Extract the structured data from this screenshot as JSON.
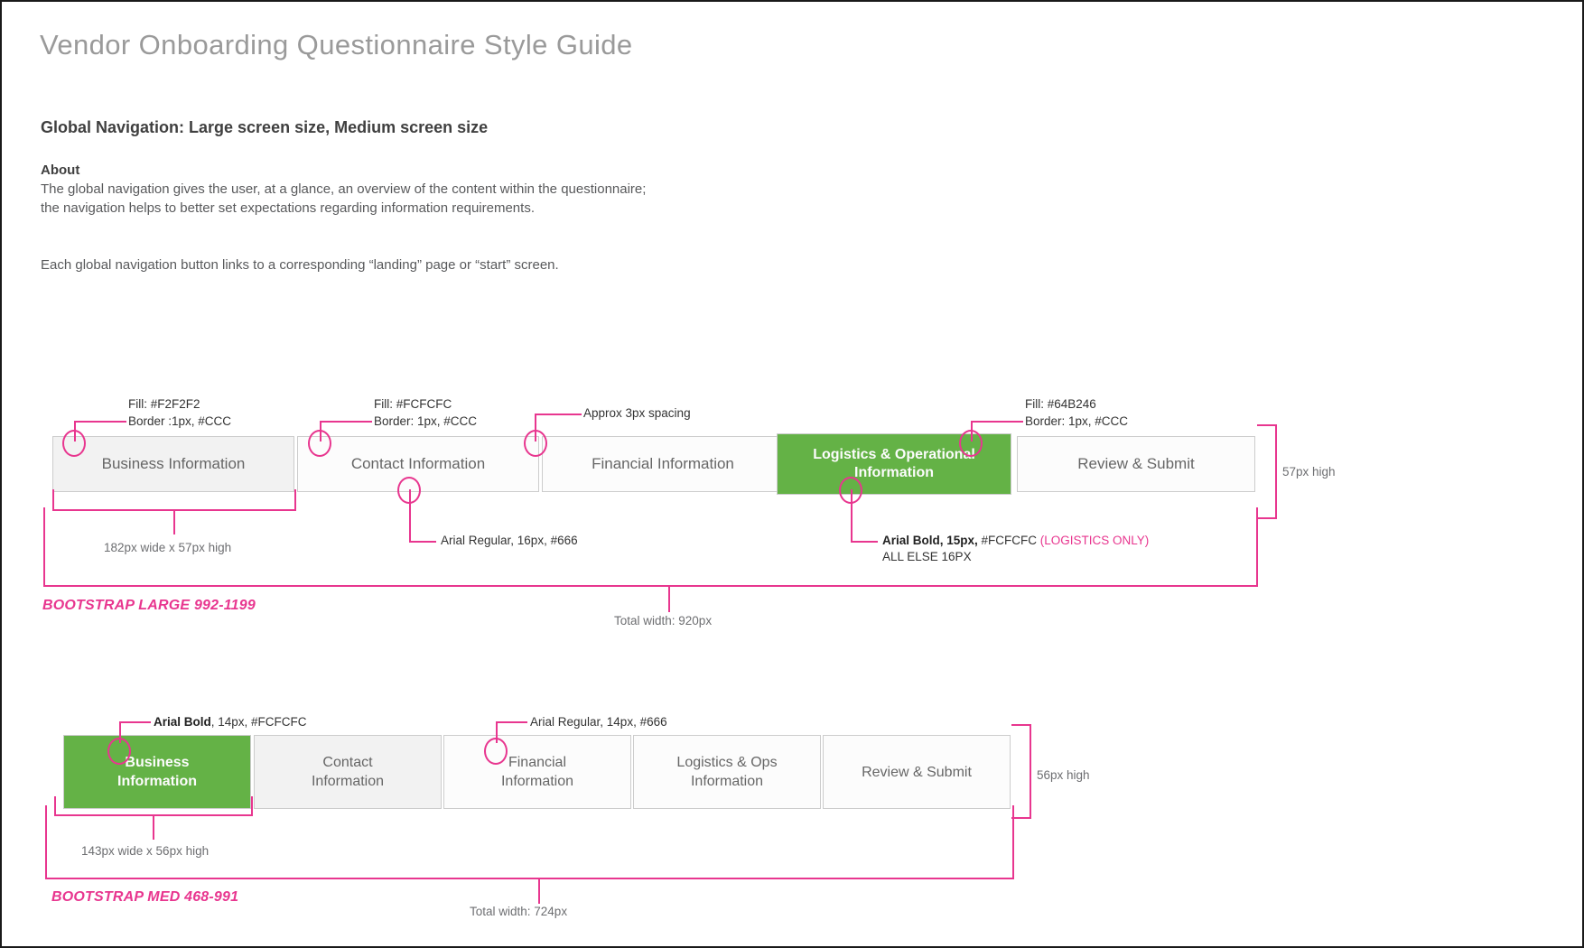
{
  "document": {
    "title": "Vendor Onboarding Questionnaire Style Guide",
    "section_heading": "Global Navigation: Large screen size, Medium screen size",
    "about_label": "About",
    "about_body": "The global navigation gives the user, at a glance, an overview of the content within the questionnaire; the navigation helps to better set expectations regarding information requirements.",
    "about_note": "Each global navigation button links to a corresponding “landing” page or “start” screen."
  },
  "colors": {
    "annotation_pink": "#E8368F",
    "green_fill": "#64B246",
    "light_fill": "#F2F2F2",
    "lighter_fill": "#FCFCFC",
    "border_gray": "#CCCCCC",
    "text_gray": "#666666"
  },
  "large_nav": {
    "label": "BOOTSTRAP LARGE 992-1199",
    "total_width": "Total width: 920px",
    "height_label": "57px high",
    "button_size_label": "182px wide x 57px high",
    "buttons": [
      {
        "label": "Business Information",
        "fill": "#F2F2F2",
        "state": "active-hover"
      },
      {
        "label": "Contact Information",
        "fill": "#FCFCFC",
        "state": "default"
      },
      {
        "label": "Financial Information",
        "fill": "#FCFCFC",
        "state": "default"
      },
      {
        "label": "Logistics & Operational Information",
        "fill": "#64B246",
        "state": "selected"
      },
      {
        "label": "Review & Submit",
        "fill": "#FCFCFC",
        "state": "default"
      }
    ],
    "annotations": [
      {
        "id": "fill-f2f2f2",
        "line1": "Fill: #F2F2F2",
        "line2": "Border :1px, #CCC"
      },
      {
        "id": "fill-fcfcfc",
        "line1": "Fill: #FCFCFC",
        "line2": "Border: 1px, #CCC"
      },
      {
        "id": "spacing",
        "line1": "Approx 3px spacing",
        "line2": ""
      },
      {
        "id": "fill-green",
        "line1": "Fill: #64B246",
        "line2": "Border: 1px, #CCC"
      },
      {
        "id": "type-regular",
        "line1": "Arial Regular, 16px, #666",
        "line2": ""
      }
    ],
    "type_bold_annotation": {
      "bold_part": "Arial Bold, 15px,",
      "normal_part": " #FCFCFC ",
      "pink_part": "(LOGISTICS ONLY)",
      "second_line": "ALL ELSE 16PX"
    }
  },
  "medium_nav": {
    "label": "BOOTSTRAP MED 468-991",
    "total_width": "Total width: 724px",
    "height_label": "56px high",
    "button_size_label": "143px wide x 56px high",
    "buttons": [
      {
        "label": "Business\nInformation",
        "fill": "#64B246",
        "state": "selected"
      },
      {
        "label": "Contact\nInformation",
        "fill": "#F2F2F2",
        "state": "hover"
      },
      {
        "label": "Financial\nInformation",
        "fill": "#FCFCFC",
        "state": "default"
      },
      {
        "label": "Logistics & Ops\nInformation",
        "fill": "#FCFCFC",
        "state": "default"
      },
      {
        "label": "Review & Submit",
        "fill": "#FCFCFC",
        "state": "default"
      }
    ],
    "annotations": [
      {
        "id": "type-bold",
        "bold_part": "Arial Bold",
        "normal_part": ", 14px, #FCFCFC"
      },
      {
        "id": "type-regular",
        "bold_part": "",
        "normal_part": "Arial Regular, 14px, #666"
      }
    ]
  }
}
